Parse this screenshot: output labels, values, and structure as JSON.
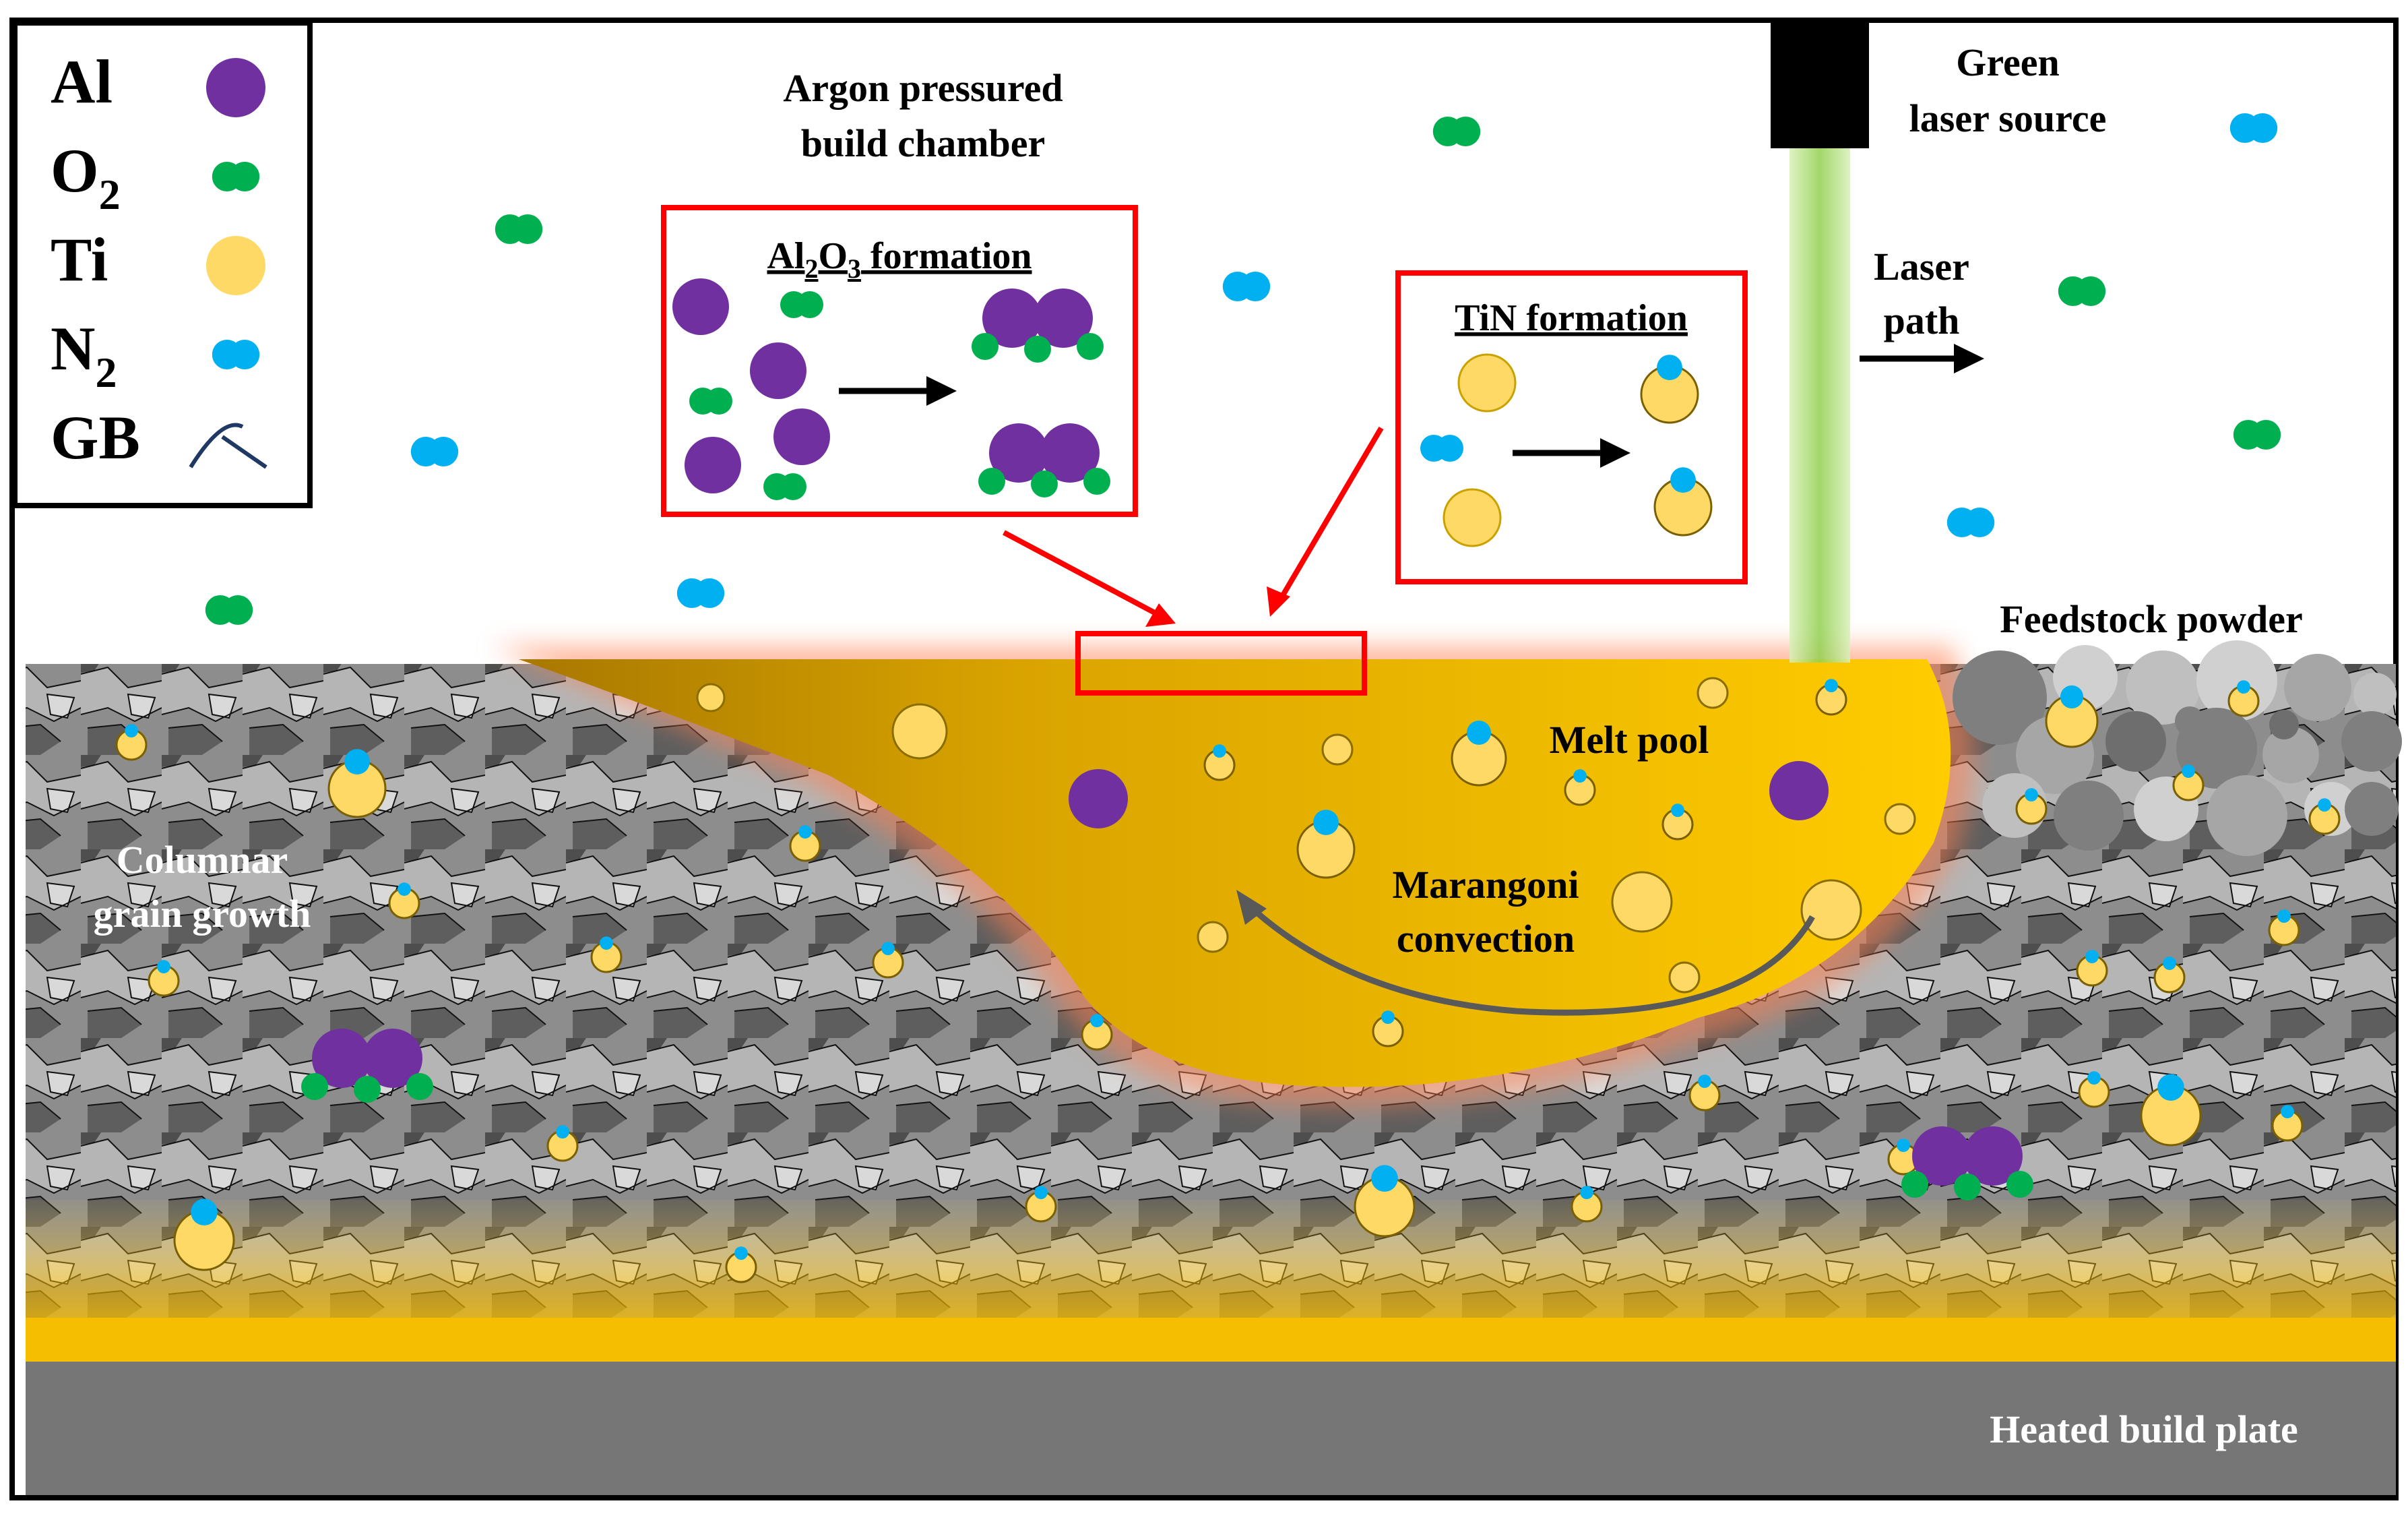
{
  "legend": {
    "items": [
      {
        "label": "Al",
        "sub": "",
        "color": "#7030a0",
        "icon": "al-atom-icon"
      },
      {
        "label": "O",
        "sub": "2",
        "color": "#00b050",
        "icon": "o2-molecule-icon"
      },
      {
        "label": "Ti",
        "sub": "",
        "color": "#ffd966",
        "icon": "ti-atom-icon"
      },
      {
        "label": "N",
        "sub": "2",
        "color": "#00b0f0",
        "icon": "n2-molecule-icon"
      },
      {
        "label": "GB",
        "sub": "",
        "color": "#1f3864",
        "icon": "grain-boundary-icon"
      }
    ]
  },
  "labels": {
    "chamber_line1": "Argon pressured",
    "chamber_line2": "build chamber",
    "laser_source_line1": "Green",
    "laser_source_line2": "laser source",
    "laser_path_line1": "Laser",
    "laser_path_line2": "path",
    "feedstock": "Feedstock powder",
    "melt_pool": "Melt pool",
    "marangoni_line1": "Marangoni",
    "marangoni_line2": "convection",
    "columnar_line1": "Columnar",
    "columnar_line2": "grain  growth",
    "build_plate": "Heated build plate"
  },
  "insets": {
    "al2o3": {
      "pre": "Al",
      "sub1": "2",
      "mid": "O",
      "sub2": "3",
      "post": " formation"
    },
    "tin": {
      "title": "TiN formation"
    }
  },
  "colors": {
    "aluminium": "#7030a0",
    "oxygen": "#00b050",
    "titanium": "#ffd966",
    "nitrogen": "#00b0f0",
    "melt_pool": "#f5c000",
    "laser": "#92d050",
    "inset_border": "#ff0000",
    "build_plate": "#767676"
  }
}
